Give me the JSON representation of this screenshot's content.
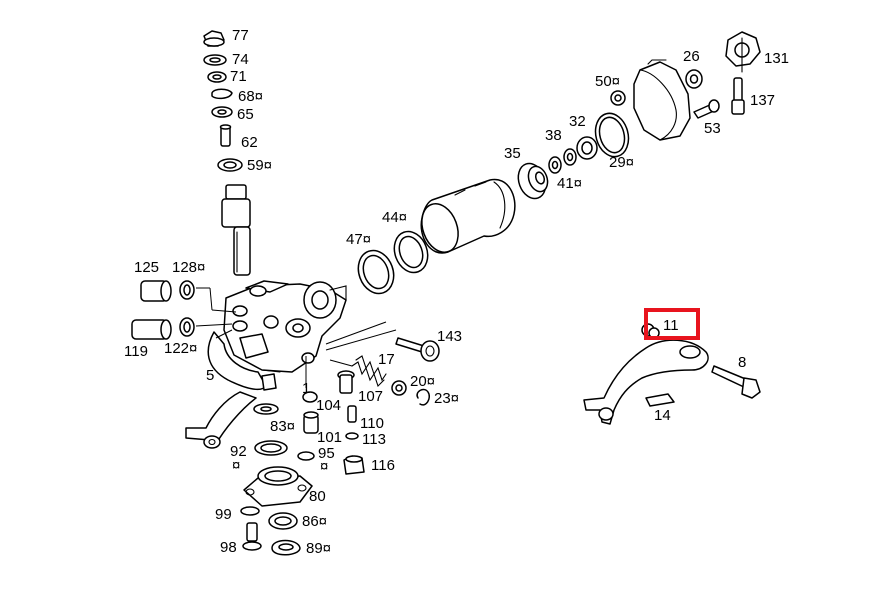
{
  "callouts": [
    {
      "id": "c77",
      "text": "77"
    },
    {
      "id": "c74",
      "text": "74"
    },
    {
      "id": "c71",
      "text": "71"
    },
    {
      "id": "c68",
      "text": "68¤"
    },
    {
      "id": "c65",
      "text": "65"
    },
    {
      "id": "c62",
      "text": "62"
    },
    {
      "id": "c59",
      "text": "59¤"
    },
    {
      "id": "c125",
      "text": "125"
    },
    {
      "id": "c128",
      "text": "128¤"
    },
    {
      "id": "c119",
      "text": "119"
    },
    {
      "id": "c122",
      "text": "122¤"
    },
    {
      "id": "c5",
      "text": "5"
    },
    {
      "id": "c47",
      "text": "47¤"
    },
    {
      "id": "c44",
      "text": "44¤"
    },
    {
      "id": "c35",
      "text": "35"
    },
    {
      "id": "c38",
      "text": "38"
    },
    {
      "id": "c32",
      "text": "32"
    },
    {
      "id": "c41",
      "text": "41¤"
    },
    {
      "id": "c29",
      "text": "29¤"
    },
    {
      "id": "c50",
      "text": "50¤"
    },
    {
      "id": "c26",
      "text": "26"
    },
    {
      "id": "c131",
      "text": "131"
    },
    {
      "id": "c137",
      "text": "137"
    },
    {
      "id": "c53",
      "text": "53"
    },
    {
      "id": "c143",
      "text": "143"
    },
    {
      "id": "c17",
      "text": "17"
    },
    {
      "id": "c20",
      "text": "20¤"
    },
    {
      "id": "c23",
      "text": "23¤"
    },
    {
      "id": "c1",
      "text": "1"
    },
    {
      "id": "c104",
      "text": "104"
    },
    {
      "id": "c107",
      "text": "107"
    },
    {
      "id": "c83",
      "text": "83¤"
    },
    {
      "id": "c110",
      "text": "110"
    },
    {
      "id": "c101",
      "text": "101"
    },
    {
      "id": "c113",
      "text": "113"
    },
    {
      "id": "c92",
      "text": "92"
    },
    {
      "id": "c92b",
      "text": "¤"
    },
    {
      "id": "c95",
      "text": "95"
    },
    {
      "id": "c95b",
      "text": "¤"
    },
    {
      "id": "c116",
      "text": "116"
    },
    {
      "id": "c80",
      "text": "80"
    },
    {
      "id": "c99",
      "text": "99"
    },
    {
      "id": "c86",
      "text": "86¤"
    },
    {
      "id": "c98",
      "text": "98"
    },
    {
      "id": "c89",
      "text": "89¤"
    },
    {
      "id": "c11",
      "text": "11"
    },
    {
      "id": "c8",
      "text": "8"
    },
    {
      "id": "c14",
      "text": "14"
    }
  ],
  "highlight": {
    "callout": "11",
    "color": "#e8141e"
  }
}
